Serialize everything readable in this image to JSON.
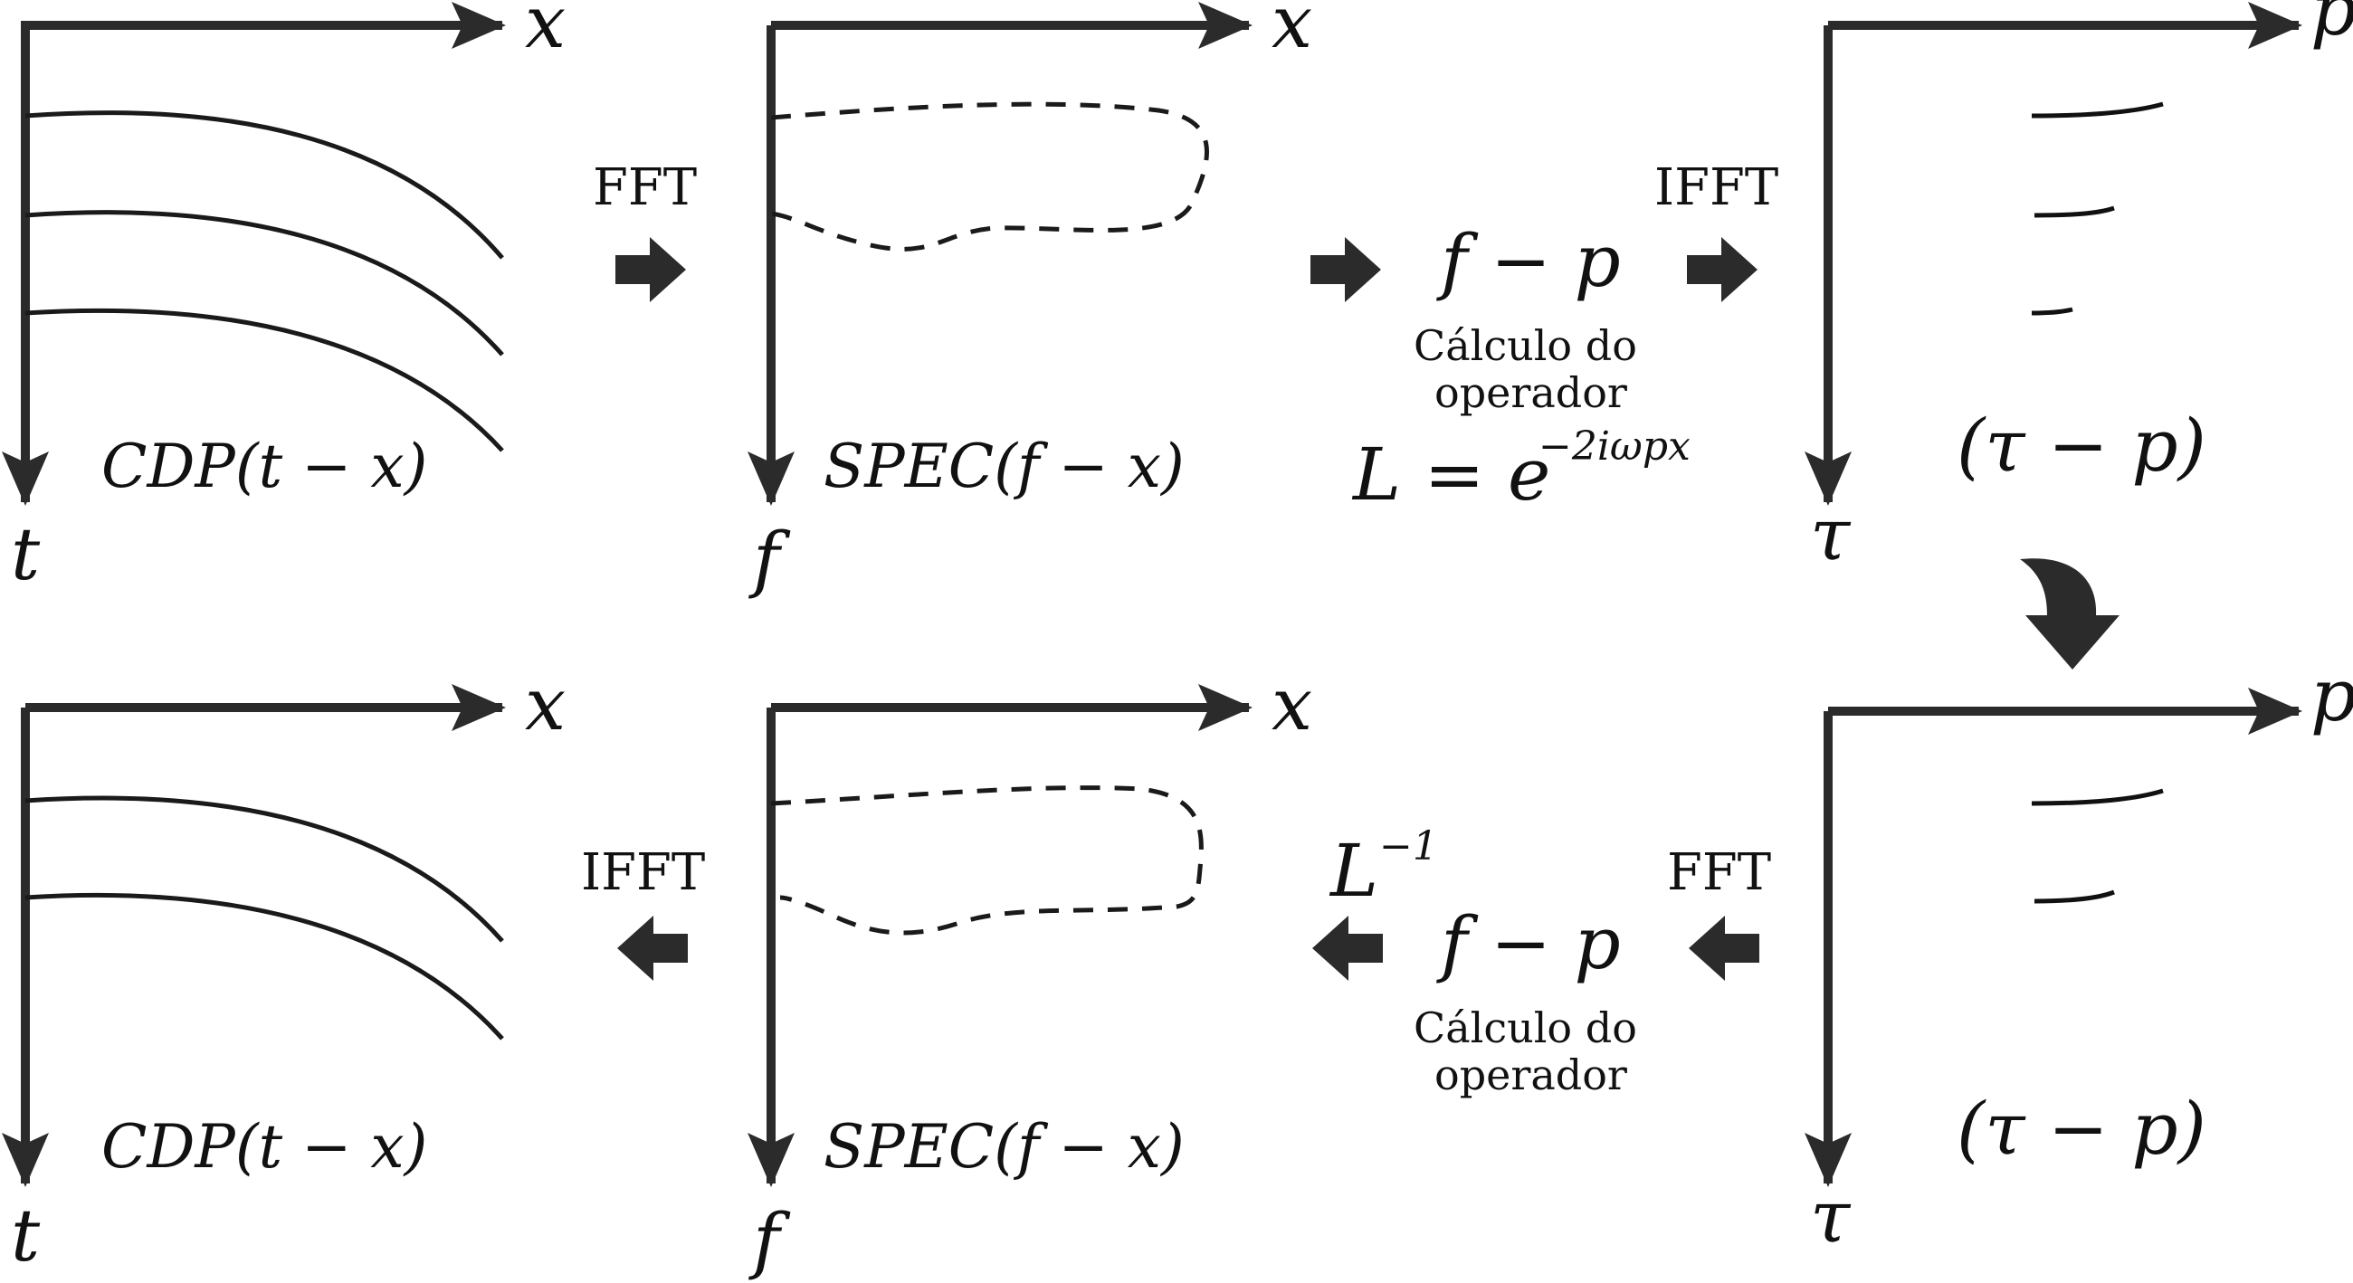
{
  "top_row": {
    "panel_cdp": {
      "axis_x": "x",
      "axis_y": "t",
      "caption": "CDP(t − x)"
    },
    "op_fft": "FFT",
    "panel_spec": {
      "axis_x": "x",
      "axis_y": "f",
      "caption": "SPEC(f − x)"
    },
    "domain_label": "f − p",
    "operator_line1": "Cálculo do",
    "operator_line2": "operador",
    "formula_lhs": "L = e",
    "formula_exp": "−2iωpx",
    "op_ifft": "IFFT",
    "panel_tau": {
      "axis_x": "p",
      "axis_y": "τ",
      "caption": "(τ − p)"
    }
  },
  "bottom_row": {
    "panel_cdp": {
      "axis_x": "x",
      "axis_y": "t",
      "caption": "CDP(t − x)"
    },
    "op_ifft": "IFFT",
    "panel_spec": {
      "axis_x": "x",
      "axis_y": "f",
      "caption": "SPEC(f − x)"
    },
    "inverse_base": "L",
    "inverse_exp": "−1",
    "domain_label": "f − p",
    "operator_line1": "Cálculo do",
    "operator_line2": "operador",
    "op_fft": "FFT",
    "panel_tau": {
      "axis_x": "p",
      "axis_y": "τ",
      "caption": "(τ − p)"
    }
  }
}
